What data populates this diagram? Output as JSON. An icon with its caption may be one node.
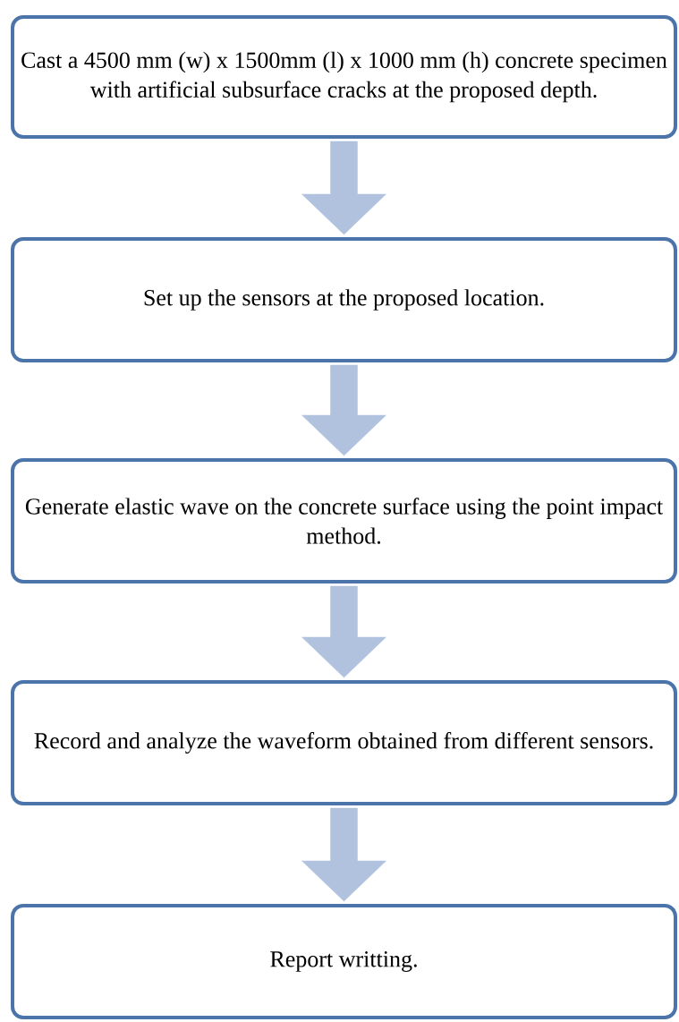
{
  "diagram": {
    "nodes": [
      {
        "text": [
          "Cast a 4500 mm (w) x 1500mm (l) x 1000 mm (h) concrete specimen with artificial subsurface cracks at the proposed depth."
        ]
      },
      {
        "text": [
          "Set up the sensors at the proposed location."
        ]
      },
      {
        "text": [
          "Generate elastic wave on the concrete surface using the point impact method."
        ]
      },
      {
        "text": [
          "Record and analyze the waveform obtained from different sensors."
        ]
      },
      {
        "text": [
          "Report writting."
        ]
      }
    ],
    "edges": [
      {
        "from": 0,
        "to": 1,
        "arrow": "to"
      },
      {
        "from": 1,
        "to": 2,
        "arrow": "to"
      },
      {
        "from": 2,
        "to": 3,
        "arrow": "to"
      },
      {
        "from": 3,
        "to": 4,
        "arrow": "to"
      }
    ]
  }
}
